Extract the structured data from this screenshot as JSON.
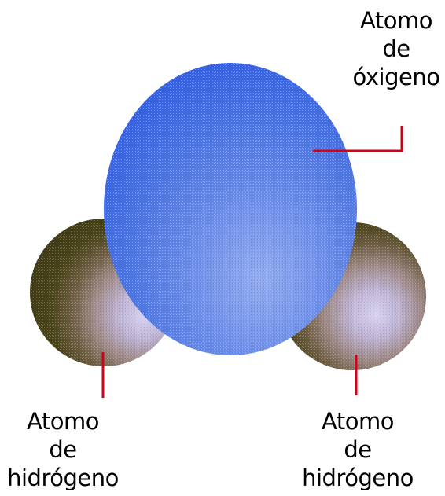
{
  "diagram": {
    "atoms": {
      "oxygen": {
        "label_lines": [
          "Atomo",
          "de",
          "óxigeno"
        ],
        "color": "#3f6ef0"
      },
      "hydrogen_left": {
        "label_lines": [
          "Atomo",
          "de",
          "hidrógeno"
        ],
        "color": "#9b847f"
      },
      "hydrogen_right": {
        "label_lines": [
          "Atomo",
          "de",
          "hidrógeno"
        ],
        "color": "#9b847f"
      }
    },
    "colors": {
      "leader_line": "#d40018",
      "hydrogen_shadow": "#4a4416",
      "background": "#ffffff"
    }
  }
}
